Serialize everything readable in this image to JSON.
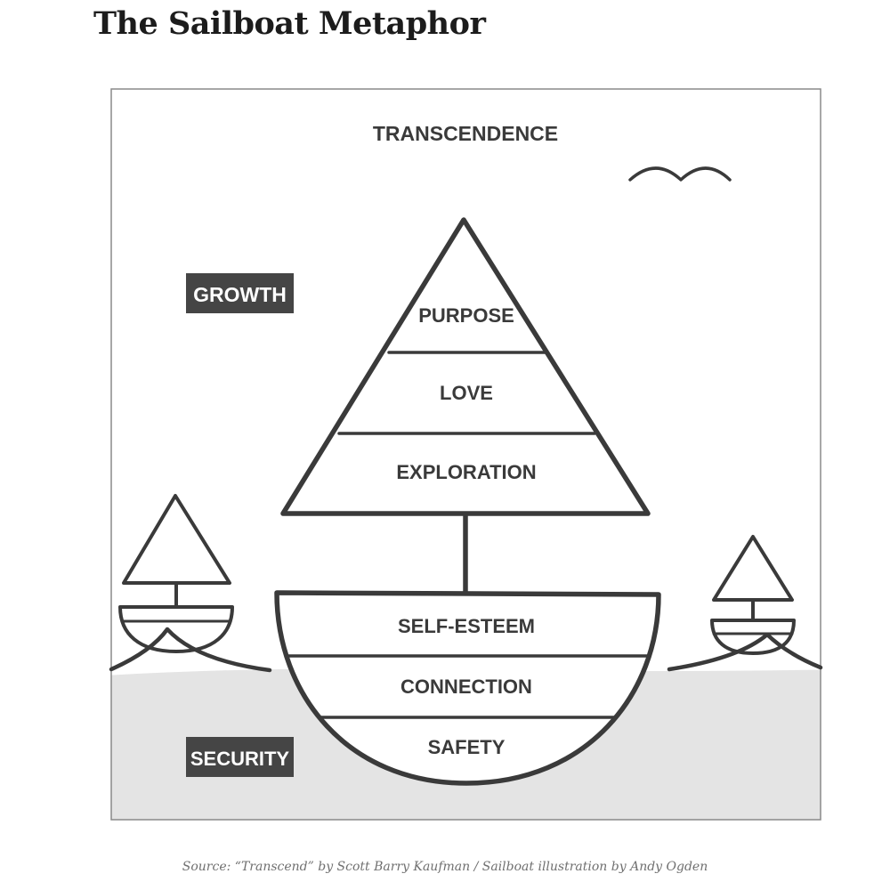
{
  "page": {
    "title": "The Sailboat Metaphor"
  },
  "diagram": {
    "top_label": "TRANSCENDENCE",
    "growth_tag": "GROWTH",
    "security_tag": "SECURITY",
    "sail_levels": [
      "PURPOSE",
      "LOVE",
      "EXPLORATION"
    ],
    "hull_levels": [
      "SELF-ESTEEM",
      "CONNECTION",
      "SAFETY"
    ],
    "colors": {
      "line": "#3a3a3a",
      "tag_bg": "#454545",
      "water": "#e4e4e4",
      "frame": "#8a8a8a"
    }
  },
  "caption": "Source: “Transcend” by Scott Barry Kaufman / Sailboat illustration by Andy Ogden"
}
